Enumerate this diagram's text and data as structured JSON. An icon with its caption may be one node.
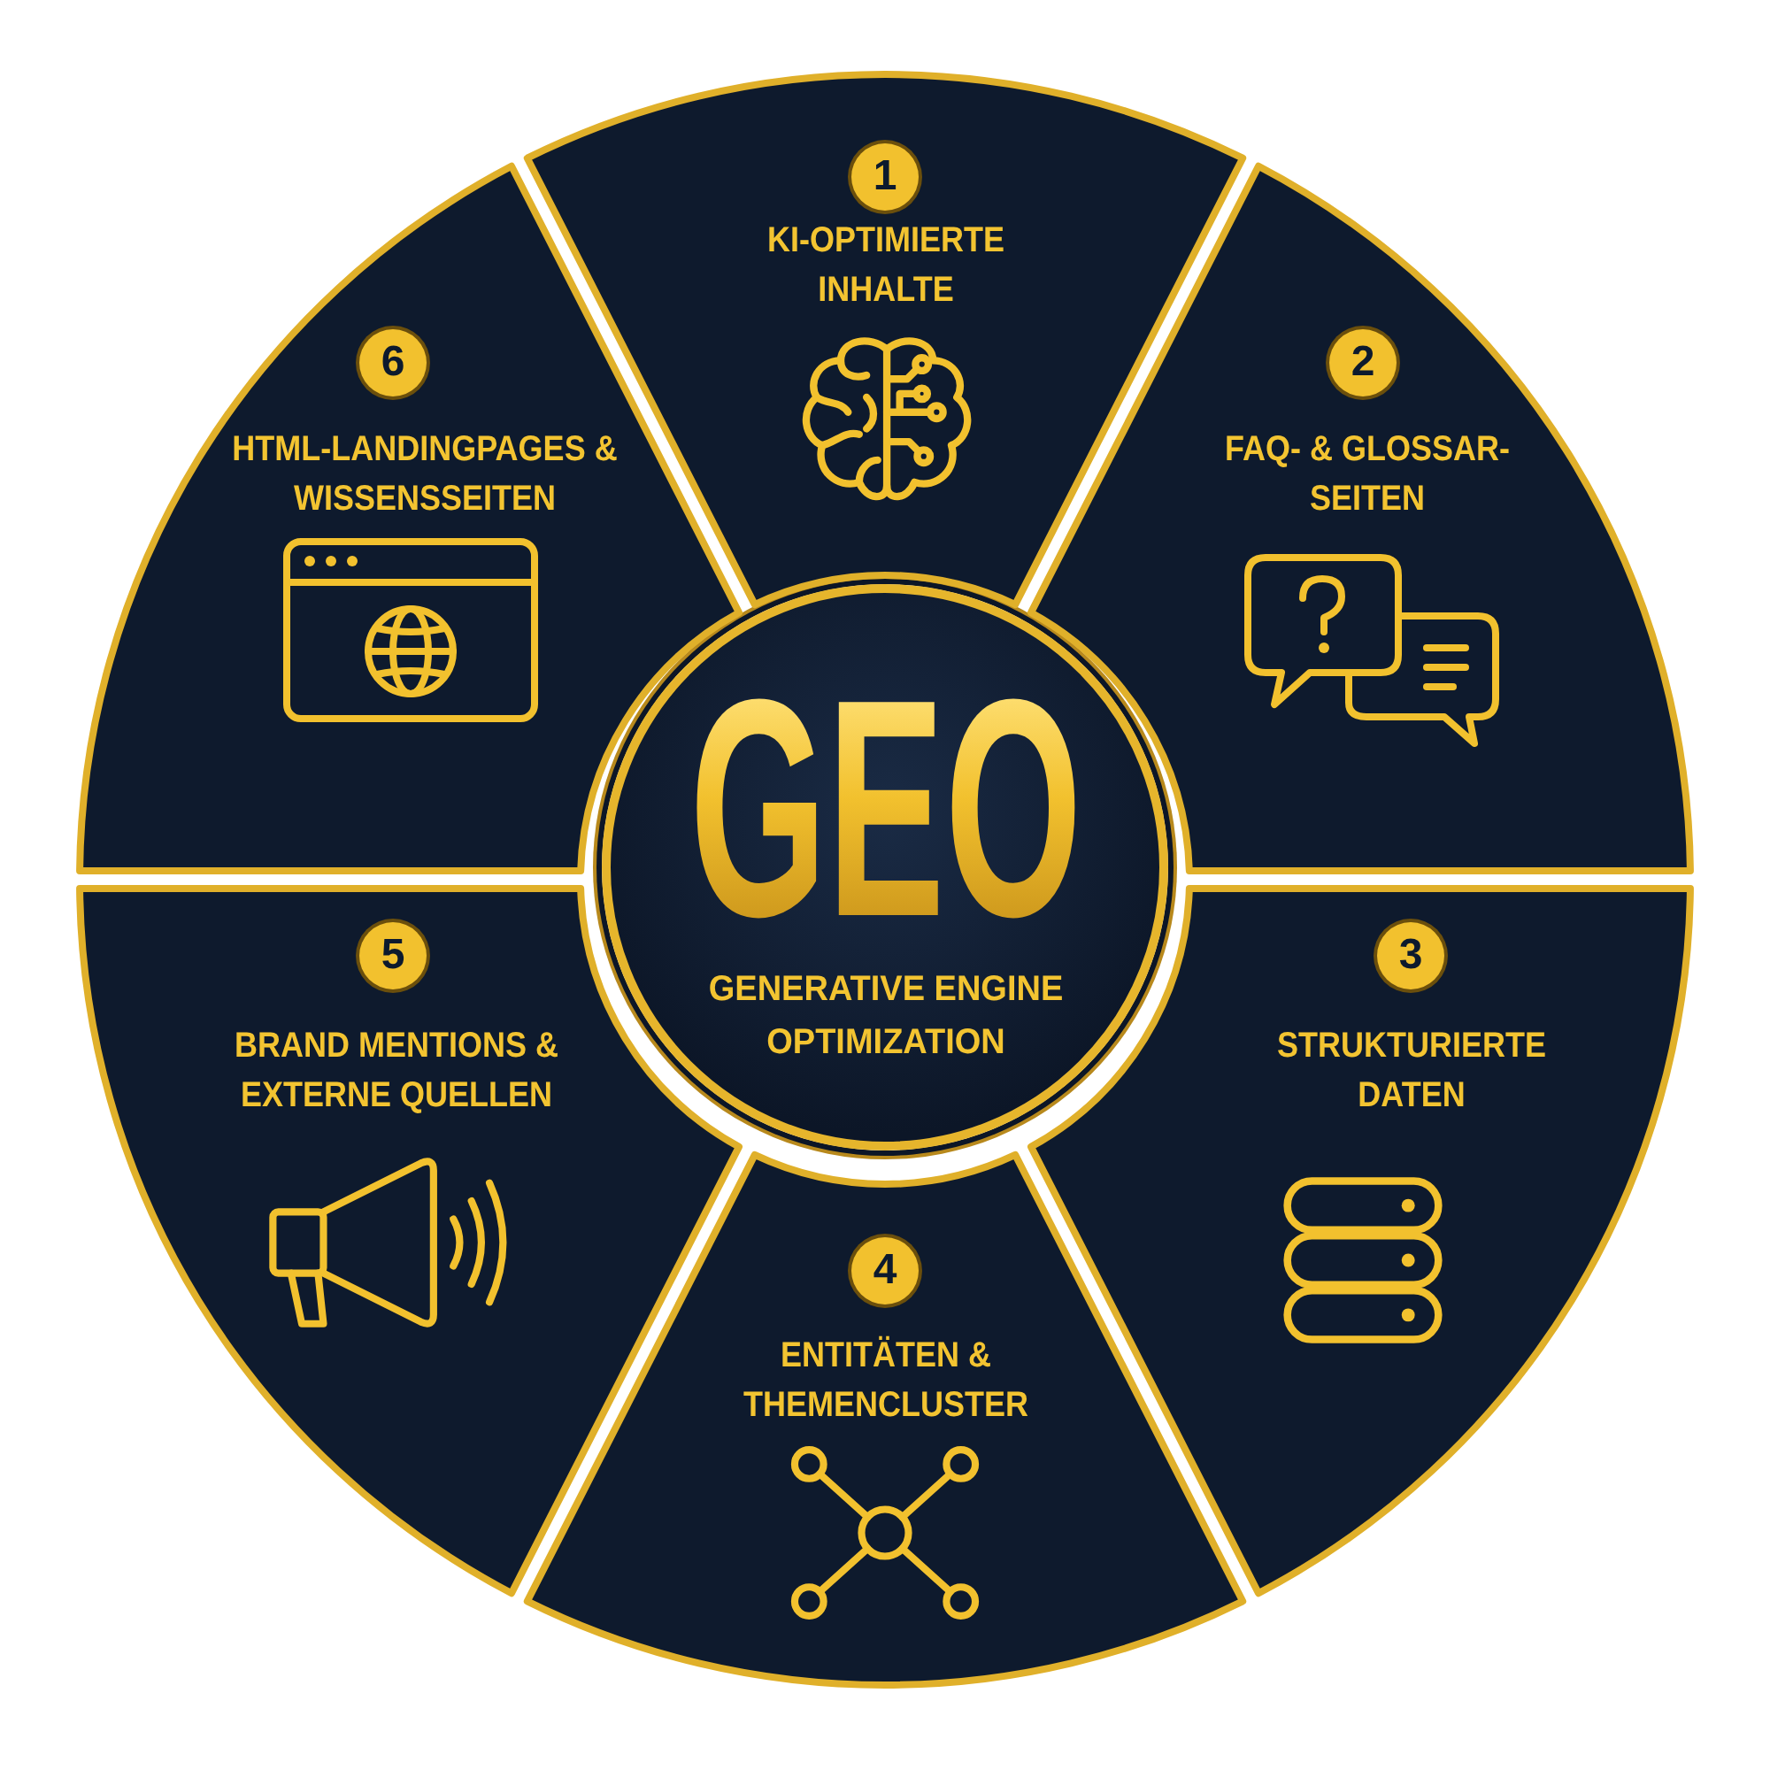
{
  "diagram": {
    "nodes": [
      {
        "text": [
          "GEO",
          "GENERATIVE ENGINE OPTIMIZATION"
        ]
      },
      {
        "text": [
          "KI-OPTIMIERTE INHALTE"
        ]
      },
      {
        "text": [
          "1"
        ],
        "in": 1
      },
      {
        "text": [
          "FAQ- & GLOSSAR-SEITEN"
        ]
      },
      {
        "text": [
          "2"
        ],
        "in": 3
      },
      {
        "text": [
          "STRUKTURIERTE DATEN"
        ]
      },
      {
        "text": [
          "3"
        ],
        "in": 5
      },
      {
        "text": [
          "ENTITÄTEN & THEMENCLUSTER"
        ]
      },
      {
        "text": [
          "4"
        ],
        "in": 7
      },
      {
        "text": [
          "BRAND MENTIONS & EXTERNE QUELLEN"
        ]
      },
      {
        "text": [
          "5"
        ],
        "in": 9
      },
      {
        "text": [
          "HTML-LANDINGPAGES & WISSENSSEITEN"
        ]
      },
      {
        "text": [
          "6"
        ],
        "in": 11
      }
    ]
  }
}
